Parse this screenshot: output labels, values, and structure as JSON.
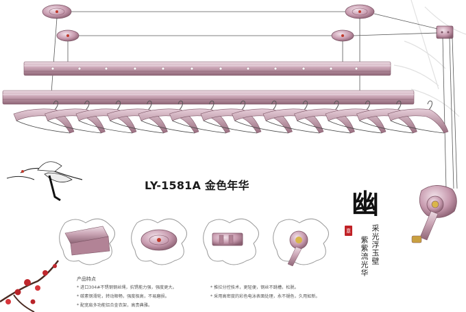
{
  "product": {
    "model_title": "LY-1581A 金色年华"
  },
  "features": {
    "heading": "产品特点",
    "items": [
      "* 进口304#不锈钢钢丝绳，抗锈能力强，强度更大。",
      "* 碳素钢滑轮，转动顺畅，强度极高，不易磨损。",
      "* 配宽肩多功能铝合金衣架，高贵典雅。",
      "* 推拉分控技术，更轻便，钢丝不跳槽，松脱。",
      "* 采用高密度的彩色电泳表面处理，永不褪色，久用如新。"
    ]
  },
  "calligraphy": {
    "big_char": "幽",
    "seal": "意",
    "line1": "采光浮玉壁",
    "line2": "紫紫流光华"
  },
  "colors": {
    "frame": "#c9a4b4",
    "frame_dark": "#8f6677",
    "frame_light": "#ecdbe3",
    "wire": "#555555"
  },
  "icons": {
    "ceiling_pulley": "pulley-icon",
    "crank": "crank-icon",
    "crane": "crane-icon",
    "plum_blossom": "plum-blossom-icon"
  }
}
